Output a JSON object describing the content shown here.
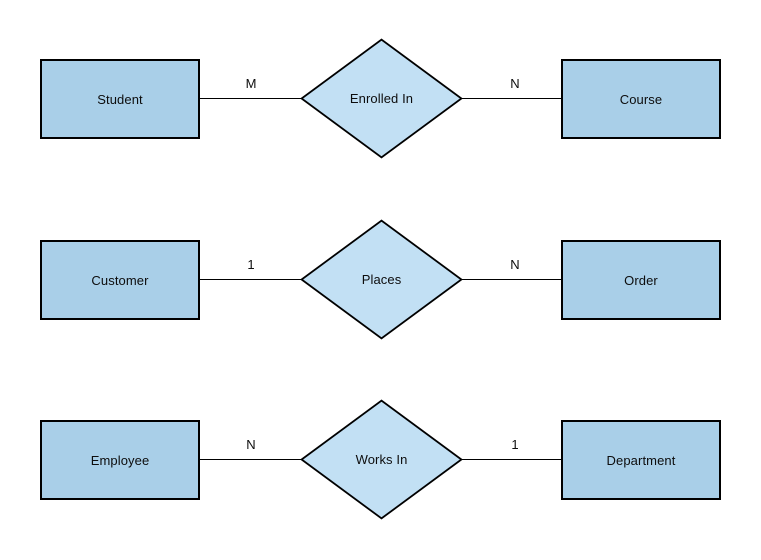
{
  "diagram": {
    "type": "entity-relationship-diagram",
    "background_color": "#ffffff",
    "entity_fill": "#a9cfe8",
    "relationship_fill": "#c2e0f4",
    "stroke_color": "#000000",
    "text_color": "#0d0d0d",
    "rows": [
      {
        "left_entity": "Student",
        "left_cardinality": "M",
        "relationship": "Enrolled In",
        "right_cardinality": "N",
        "right_entity": "Course"
      },
      {
        "left_entity": "Customer",
        "left_cardinality": "1",
        "relationship": "Places",
        "right_cardinality": "N",
        "right_entity": "Order"
      },
      {
        "left_entity": "Employee",
        "left_cardinality": "N",
        "relationship": "Works In",
        "right_cardinality": "1",
        "right_entity": "Department"
      }
    ]
  }
}
